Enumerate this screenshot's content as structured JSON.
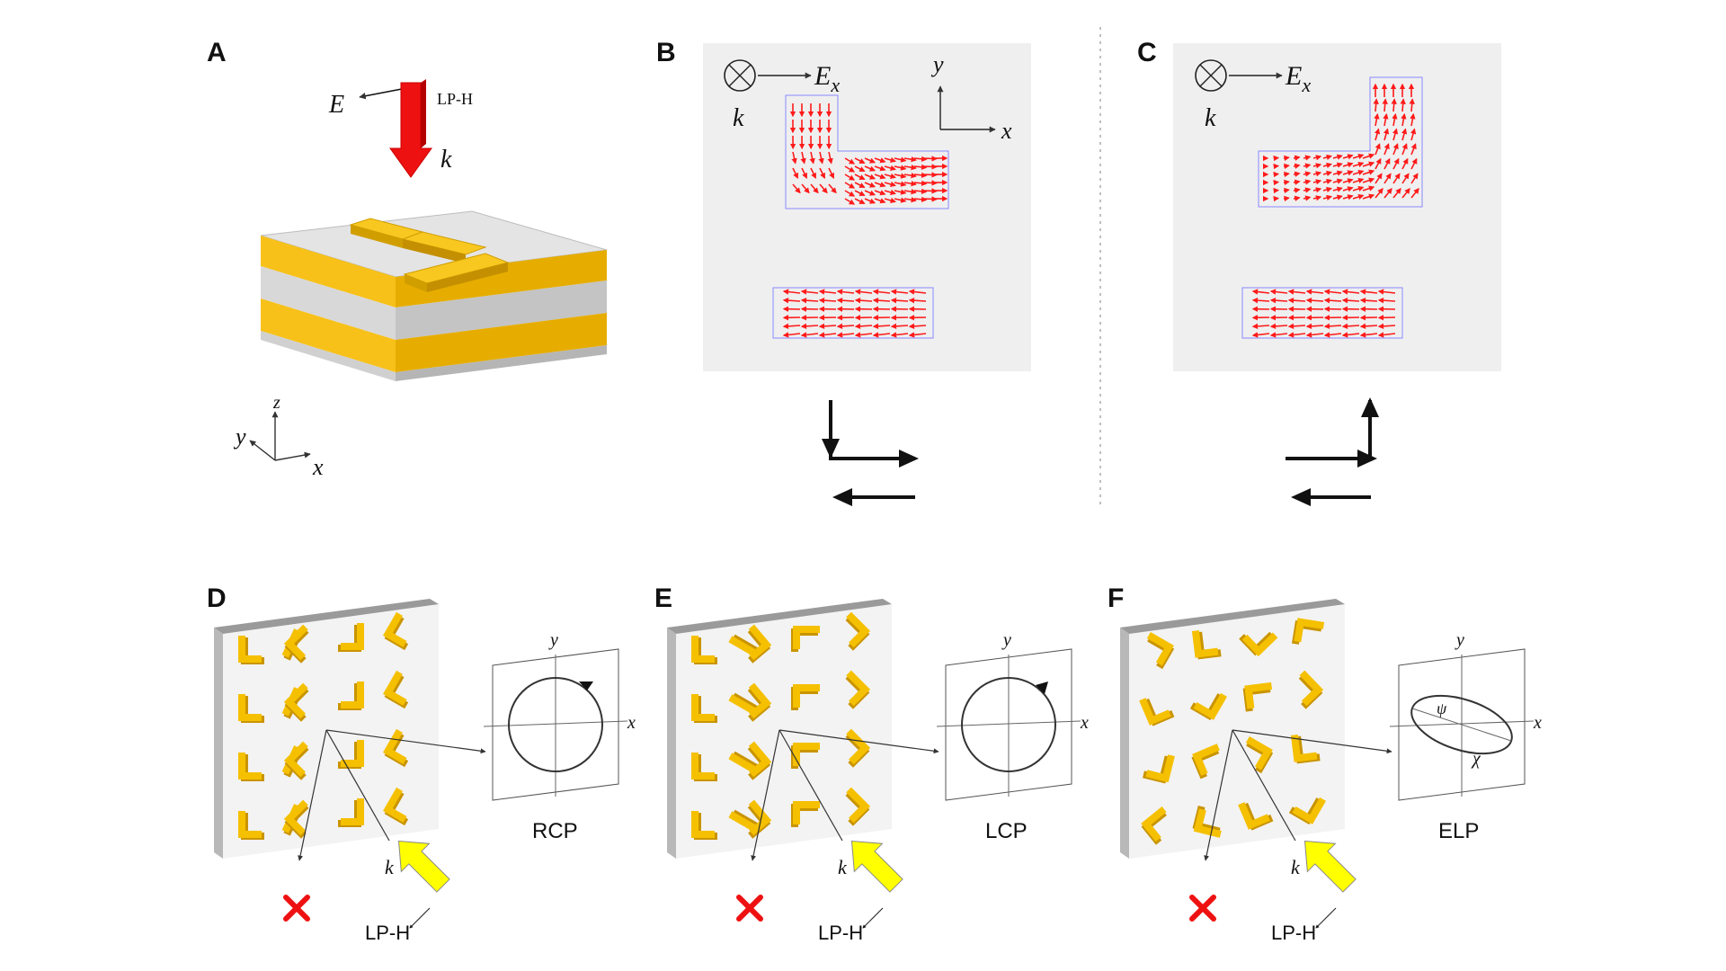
{
  "panels": {
    "A": {
      "letter": "A",
      "field_label": "E",
      "polarization": "LP-H",
      "wavevector": "k",
      "axes": {
        "z": "z",
        "y": "y",
        "x": "x"
      }
    },
    "B": {
      "letter": "B",
      "field_symbol": "E",
      "field_sub": "x",
      "wavevector": "k",
      "axes": {
        "y": "y",
        "x": "x"
      }
    },
    "C": {
      "letter": "C",
      "field_symbol": "E",
      "field_sub": "x",
      "wavevector": "k"
    },
    "D": {
      "letter": "D",
      "ellipse_label": "RCP",
      "axis_x": "x",
      "axis_y": "y",
      "wavevector": "k",
      "input_label": "LP-H"
    },
    "E": {
      "letter": "E",
      "ellipse_label": "LCP",
      "axis_x": "x",
      "axis_y": "y",
      "wavevector": "k",
      "input_label": "LP-H"
    },
    "F": {
      "letter": "F",
      "ellipse_label": "ELP",
      "axis_x": "x",
      "axis_y": "y",
      "wavevector": "k",
      "input_label": "LP-H",
      "psi": "ψ",
      "chi": "χ"
    }
  },
  "colors": {
    "gold": "#f5c000",
    "gold_dark": "#c99400",
    "arrow_red": "#ee1111",
    "vector_red": "#ff1a1a",
    "yellow_arrow": "#ffff00",
    "field_bg": "#efefef",
    "substrate": "#dcdcdc"
  }
}
